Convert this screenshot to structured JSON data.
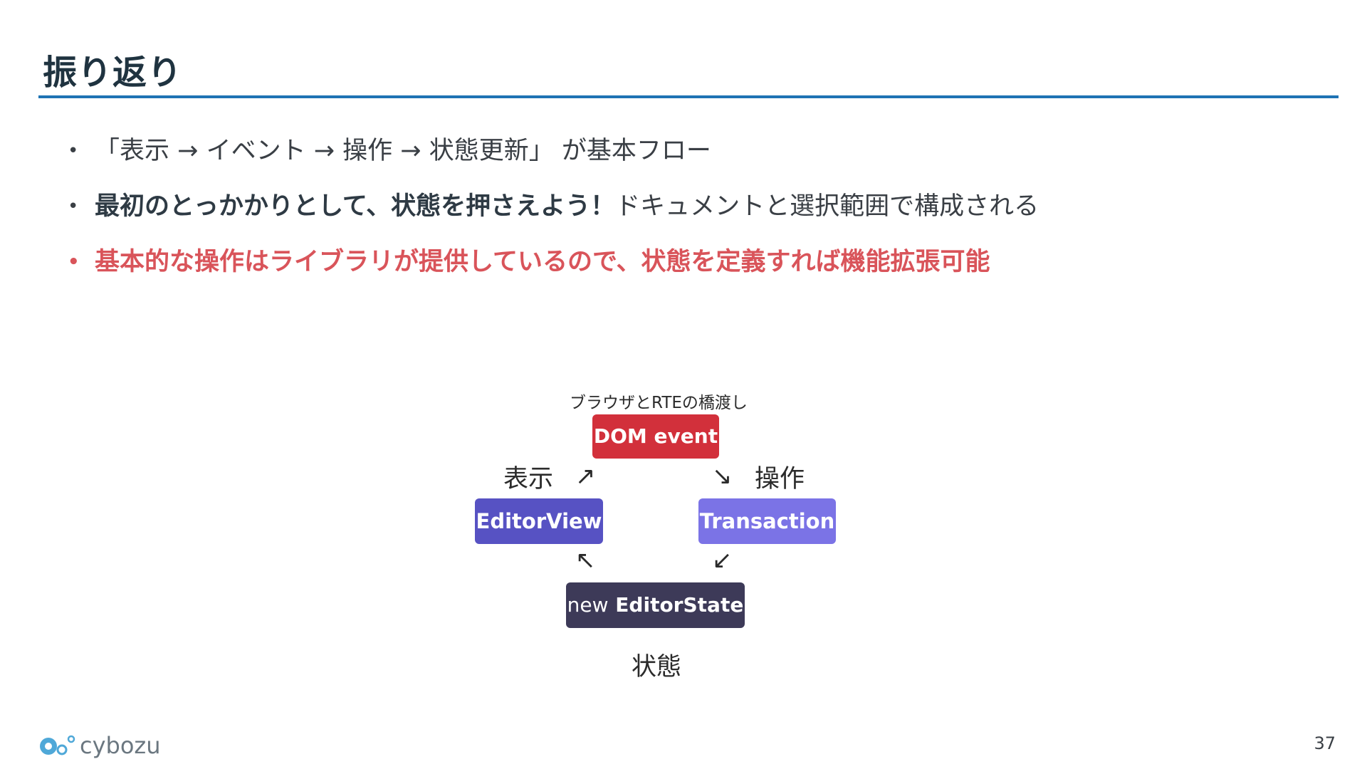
{
  "slide": {
    "title": "振り返り",
    "page_number": "37",
    "accent_color": "#1e73b4",
    "highlight_color": "#d9545a"
  },
  "bullets": [
    {
      "text": "「表示 → イベント → 操作 → 状態更新」 が基本フロー"
    },
    {
      "strong": "最初のとっかかりとして、状態を押さえよう！",
      "rest": "ドキュメントと選択範囲で構成される"
    },
    {
      "text": "基本的な操作はライブラリが提供しているので、状態を定義すれば機能拡張可能"
    }
  ],
  "diagram": {
    "caption": "ブラウザとRTEの橋渡し",
    "dom_event": "DOM event",
    "editor_view": "EditorView",
    "transaction": "Transaction",
    "new_state_prefix": "new",
    "new_state_name": "EditorState",
    "label_display": "表示",
    "label_operation": "操作",
    "label_state": "状態",
    "arrow_up_right": "↗",
    "arrow_down_right": "↘",
    "arrow_up_left": "↖",
    "arrow_down_left": "↙",
    "colors": {
      "dom_event": "#d2303b",
      "editor_view": "#5752c3",
      "transaction": "#7b73e6",
      "editor_state": "#3d3a58"
    }
  },
  "footer": {
    "logo_text": "cybozu",
    "bullet_glyph": "•"
  }
}
